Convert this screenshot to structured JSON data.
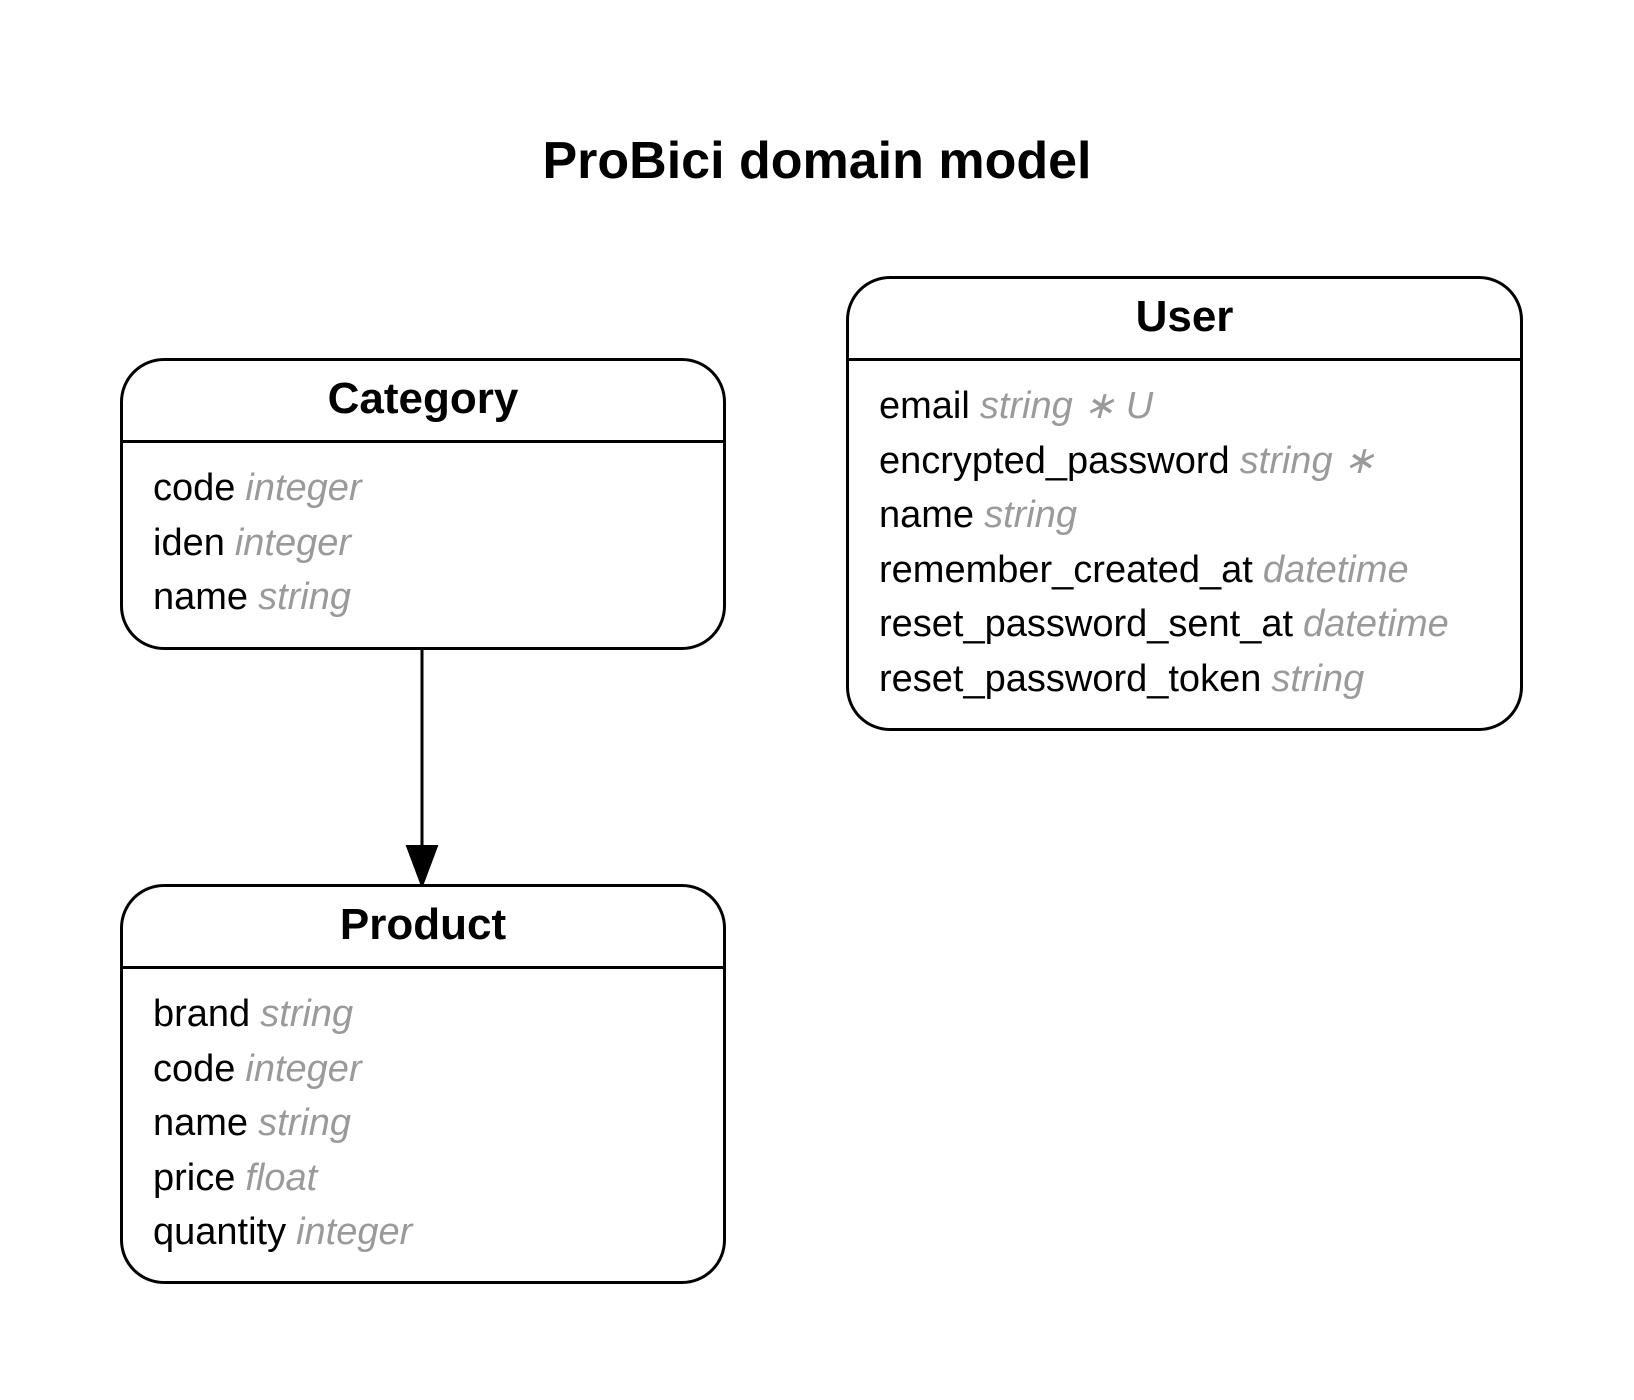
{
  "title": "ProBici domain model",
  "entities": {
    "category": {
      "name": "Category",
      "attributes": [
        {
          "name": "code",
          "type": "integer"
        },
        {
          "name": "iden",
          "type": "integer"
        },
        {
          "name": "name",
          "type": "string"
        }
      ]
    },
    "product": {
      "name": "Product",
      "attributes": [
        {
          "name": "brand",
          "type": "string"
        },
        {
          "name": "code",
          "type": "integer"
        },
        {
          "name": "name",
          "type": "string"
        },
        {
          "name": "price",
          "type": "float"
        },
        {
          "name": "quantity",
          "type": "integer"
        }
      ]
    },
    "user": {
      "name": "User",
      "attributes": [
        {
          "name": "email",
          "type": "string ∗ U"
        },
        {
          "name": "encrypted_password",
          "type": "string ∗"
        },
        {
          "name": "name",
          "type": "string"
        },
        {
          "name": "remember_created_at",
          "type": "datetime"
        },
        {
          "name": "reset_password_sent_at",
          "type": "datetime"
        },
        {
          "name": "reset_password_token",
          "type": "string"
        }
      ]
    }
  },
  "relationships": [
    {
      "from": "Category",
      "to": "Product"
    }
  ]
}
